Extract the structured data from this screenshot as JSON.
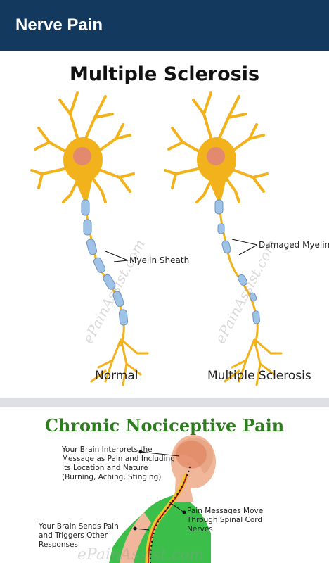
{
  "app": {
    "title": "Nerve Pain"
  },
  "ms_figure": {
    "title": "Multiple Sclerosis",
    "left_caption": "Normal",
    "right_caption": "Multiple Sclerosis",
    "left_label": "Myelin Sheath",
    "right_label": "Damaged Myelin",
    "watermark": "ePainAssist.com"
  },
  "pain_figure": {
    "title": "Chronic Nociceptive Pain",
    "note_brain": "Your Brain Interprets the Message as Pain and Including Its Location and Nature (Burning, Aching, Stinging)",
    "note_spinal": "Pain Messages Move Through Spinal Cord Nerves",
    "note_send": "Your Brain Sends Pain and Triggers Other Responses",
    "watermark": "ePainAssist.com"
  },
  "colors": {
    "appbar": "#133a5e",
    "neuron": "#f2b21c",
    "myelin": "#9ec3e6",
    "nucleus": "#e38a6e",
    "pain_title": "#2e7d1e"
  }
}
